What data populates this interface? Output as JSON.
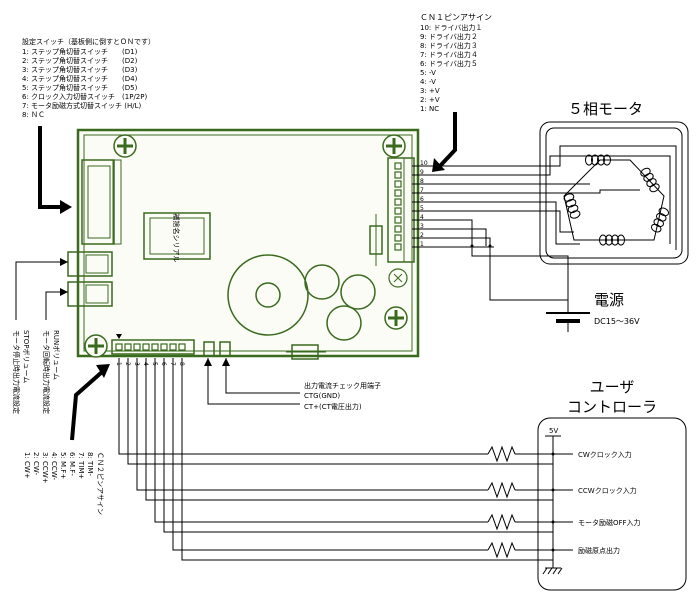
{
  "settings_switch": {
    "title": "設定スイッチ（基板側に倒すとＯＮです）",
    "items": [
      "1: ステップ角切替スイッチ　　(D1)",
      "2: ステップ角切替スイッチ　　(D2)",
      "3: ステップ角切替スイッチ　　(D3)",
      "4: ステップ角切替スイッチ　　(D4)",
      "5: ステップ角切替スイッチ　　(D5)",
      "6: クロック入力切替スイッチ　(1P/2P)",
      "7: モータ励磁方式切替スイッチ (H/L)",
      "8: ＮＣ"
    ]
  },
  "cn1": {
    "title": "ＣＮ１ピンアサイン",
    "items": [
      "10: ドライバ出力１",
      "9: ドライバ出力２",
      "8: ドライバ出力３",
      "7: ドライバ出力４",
      "6: ドライバ出力５",
      "5: -V",
      "4: -V",
      "3: +V",
      "2: +V",
      "1: NC"
    ],
    "pin_numbers": [
      "10",
      "9",
      "8",
      "7",
      "6",
      "5",
      "4",
      "3",
      "2",
      "1"
    ]
  },
  "motor": {
    "title": "５相モータ"
  },
  "power": {
    "title": "電源",
    "spec": "DC15～36V"
  },
  "user_controller": {
    "line1": "ユーザ",
    "line2": "コントローラ",
    "vcc": "5V"
  },
  "signals": [
    "CWクロック入力",
    "CCWクロック入力",
    "モータ励磁OFF入力",
    "励磁原点出力"
  ],
  "check_terminal": {
    "title": "出力電流チェック用端子",
    "gnd": "CTG(GND)",
    "ct": "CT+(CT電圧出力)"
  },
  "volumes": {
    "run": "RUNボリューム",
    "run_desc": "モータ回転時出力電流設定",
    "stop": "STOPボリューム",
    "stop_desc": "モータ停止時出力電流設定"
  },
  "cn2": {
    "title": "ＣＮ２ピンアサイン",
    "items": [
      "8: TIM-",
      "7: TIM+",
      "6: M.F-",
      "5: M.F+",
      "4: CCW-",
      "3: CCW+",
      "2: CW-",
      "1: CW+"
    ],
    "pin_numbers": [
      "1",
      "2",
      "3",
      "4",
      "5",
      "6",
      "7",
      "8"
    ]
  },
  "chip_label": "補捨名シリアル",
  "colors": {
    "board": "#3a6a1e",
    "board_fill": "#fbfcf6"
  }
}
